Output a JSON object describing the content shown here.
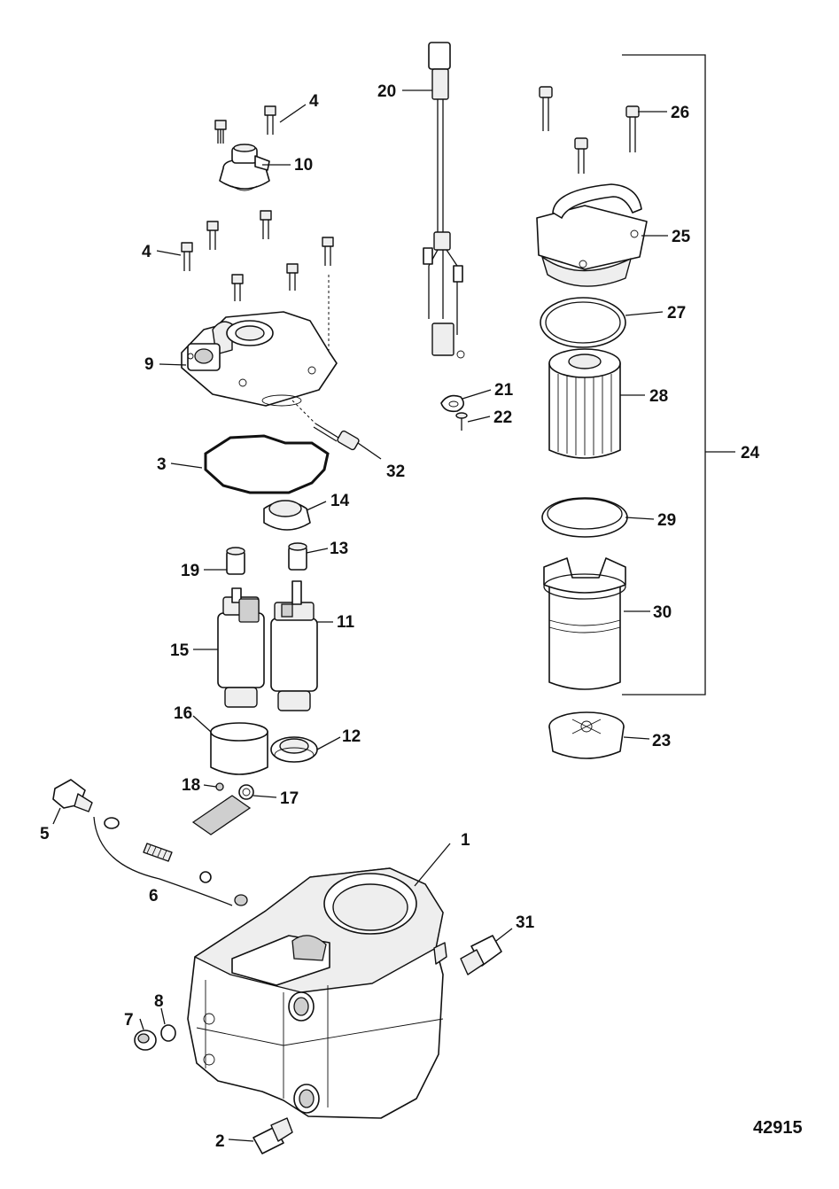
{
  "figure_number": "42915",
  "callouts": [
    "1",
    "2",
    "3",
    "4",
    "4",
    "5",
    "6",
    "7",
    "8",
    "9",
    "10",
    "11",
    "12",
    "13",
    "14",
    "15",
    "16",
    "17",
    "18",
    "19",
    "20",
    "21",
    "22",
    "23",
    "24",
    "25",
    "26",
    "27",
    "28",
    "29",
    "30",
    "31",
    "32"
  ]
}
